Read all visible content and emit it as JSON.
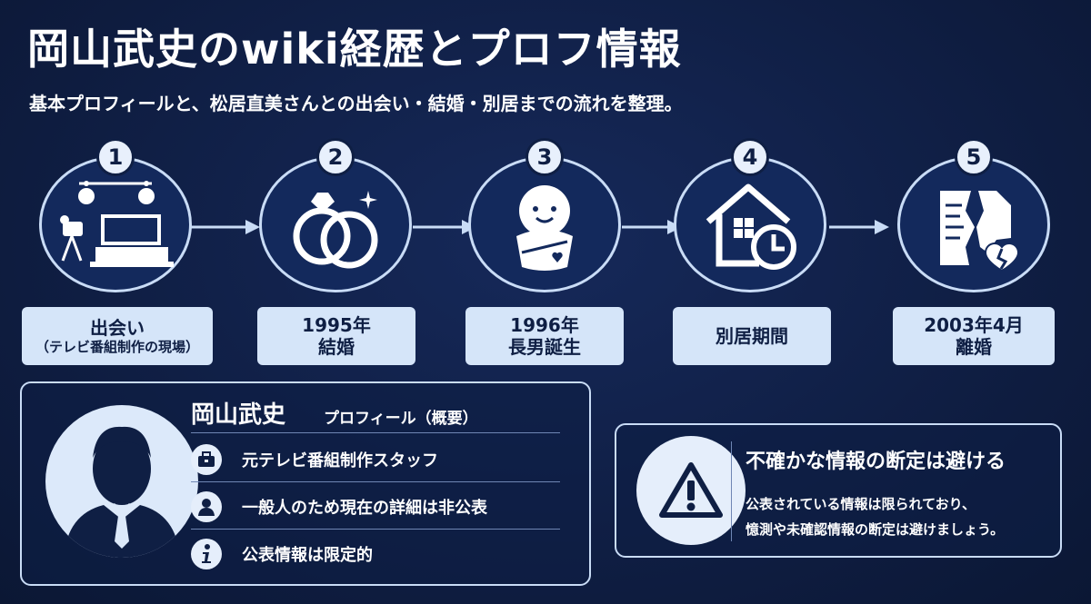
{
  "title": "岡山武史のwiki経歴とプロフ情報",
  "subtitle": "基本プロフィールと、松居直美さんとの出会い・結婚・別居までの流れを整理。",
  "timeline": [
    {
      "num": "1",
      "line1": "出会い",
      "line2": "（テレビ番組制作の現場）",
      "icon": "tv-studio-icon"
    },
    {
      "num": "2",
      "line1": "1995年",
      "line2": "結婚",
      "icon": "wedding-rings-icon"
    },
    {
      "num": "3",
      "line1": "1996年",
      "line2": "長男誕生",
      "icon": "baby-icon"
    },
    {
      "num": "4",
      "line1": "別居期間",
      "line2": "",
      "icon": "house-clock-icon"
    },
    {
      "num": "5",
      "line1": "2003年4月",
      "line2": "離婚",
      "icon": "torn-document-broken-heart-icon"
    }
  ],
  "profile": {
    "name": "岡山武史",
    "tag": "プロフィール（概要）",
    "items": [
      {
        "icon": "briefcase-icon",
        "text": "元テレビ番組制作スタッフ"
      },
      {
        "icon": "person-icon",
        "text": "一般人のため現在の詳細は非公表"
      },
      {
        "icon": "info-icon",
        "text": "公表情報は限定的"
      }
    ]
  },
  "warning": {
    "icon": "warning-triangle-icon",
    "title": "不確かな情報の断定は避ける",
    "line1": "公表されている情報は限られており、",
    "line2": "憶測や未確認情報の断定は避けましょう。"
  },
  "colors": {
    "background": "#0f1f44",
    "label_box": "#d5e5f9",
    "accent_light": "#e5eefb"
  }
}
